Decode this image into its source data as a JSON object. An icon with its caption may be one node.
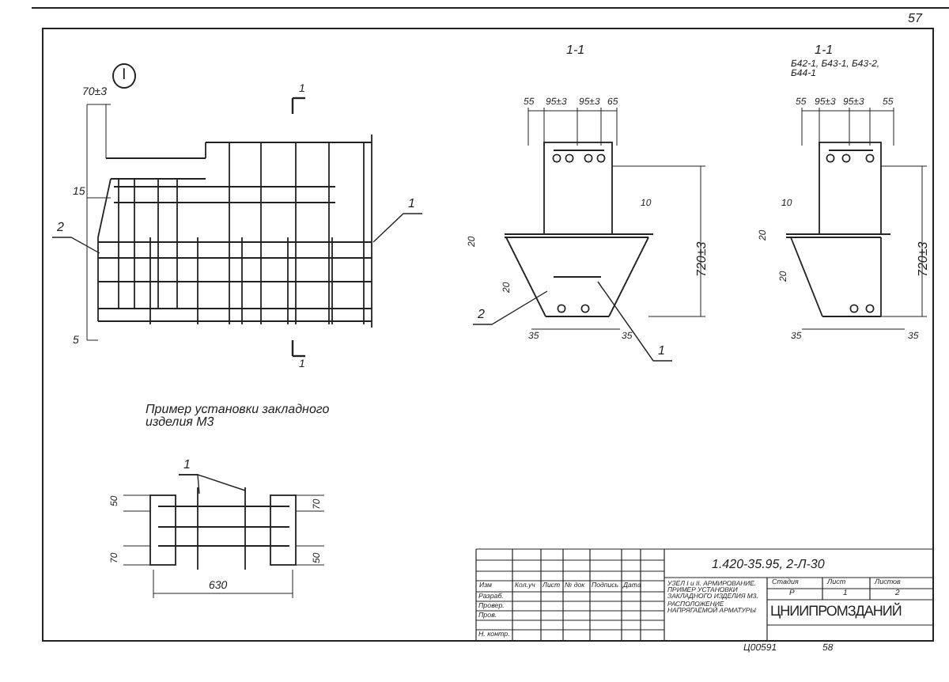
{
  "diagram": {
    "nodes": [
      {
        "text": [
          "1"
        ]
      },
      {
        "text": [
          "2"
        ]
      },
      {
        "text": [
          "2"
        ]
      },
      {
        "text": [
          "1"
        ]
      },
      {
        "text": [
          "1"
        ]
      },
      {
        "text": [],
        "shape": "picture"
      },
      {
        "text": [],
        "shape": "picture"
      },
      {
        "text": [],
        "shape": "picture"
      },
      {
        "text": [],
        "shape": "picture"
      }
    ],
    "edges": [
      {
        "from": 0,
        "to": 5,
        "arrow": "none"
      },
      {
        "from": 1,
        "to": 5,
        "arrow": "none"
      },
      {
        "from": 2,
        "to": 6,
        "arrow": "none"
      },
      {
        "from": 3,
        "to": 6,
        "arrow": "none"
      },
      {
        "from": 4,
        "to": 8,
        "arrow": "none"
      },
      {
        "from": 4,
        "to": 8,
        "arrow": "none"
      }
    ],
    "labels": [
      "57",
      "I",
      "70±3",
      "15",
      "5",
      "1",
      "1",
      "1-1",
      "55",
      "95±3",
      "95±3",
      "65",
      "10",
      "20",
      "20",
      "720±3",
      "35",
      "35",
      "1-1",
      "Б42-1, Б43-1, Б43-2, Б44-1",
      "55",
      "95±3",
      "95±3",
      "55",
      "10",
      "20",
      "20",
      "720±3",
      "35",
      "35",
      "Пример установки закладного изделия М3",
      "50",
      "70",
      "70",
      "50",
      "630",
      "1.420-35.95, 2-Л-30",
      "Изм",
      "Кол.уч",
      "Лист",
      "№ док",
      "Подпись",
      "Дата",
      "Разраб.",
      "Провер.",
      "Пров.",
      "Н. контр.",
      "УЗЕЛ I и II. АРМИРОВАНИЕ. ПРИМЕР УСТАНОВКИ ЗАКЛАДНОГО ИЗДЕЛИЯ М3. РАСПОЛОЖЕНИЕ НАПРЯГАЕМОЙ АРМАТУРЫ",
      "Стадия",
      "Лист",
      "Листов",
      "Р",
      "1",
      "2",
      "ЦНИИПРОМЗДАНИЙ",
      "Ц00591",
      "58"
    ]
  }
}
